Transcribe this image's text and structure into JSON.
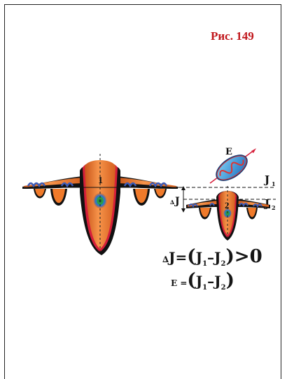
{
  "figure": {
    "caption": "Рис. 149"
  },
  "diagram": {
    "well_1_label": "1",
    "well_2_label": "2",
    "level_1_label": "J",
    "level_1_sub": "1",
    "level_2_label": "J",
    "level_2_sub": "2",
    "delta_label": "J",
    "delta_prefix": "∆",
    "photon_label": "E"
  },
  "formulas": {
    "delta_lhs_prefix": "∆",
    "delta_lhs": "J=",
    "delta_rhs_open": "(",
    "delta_rhs_j1": "J",
    "delta_rhs_sub1": "1",
    "delta_rhs_minus": "–",
    "delta_rhs_j2": "J",
    "delta_rhs_sub2": "2",
    "delta_rhs_close": ")",
    "delta_rhs_rel": ">0",
    "energy_lhs": "E =",
    "energy_open": "(",
    "energy_j1": "J",
    "energy_sub1": "1",
    "energy_minus": "–",
    "energy_j2": "J",
    "energy_sub2": "2",
    "energy_close": ")"
  },
  "colors": {
    "caption": "#c0161b",
    "well_fill": "#f07a2a",
    "well_dark": "#111111",
    "well_rim": "#d61f3a",
    "wave_blue": "#3b5bb8",
    "photon_blue": "#2f8fd8",
    "photon_wave": "#e0332f"
  }
}
